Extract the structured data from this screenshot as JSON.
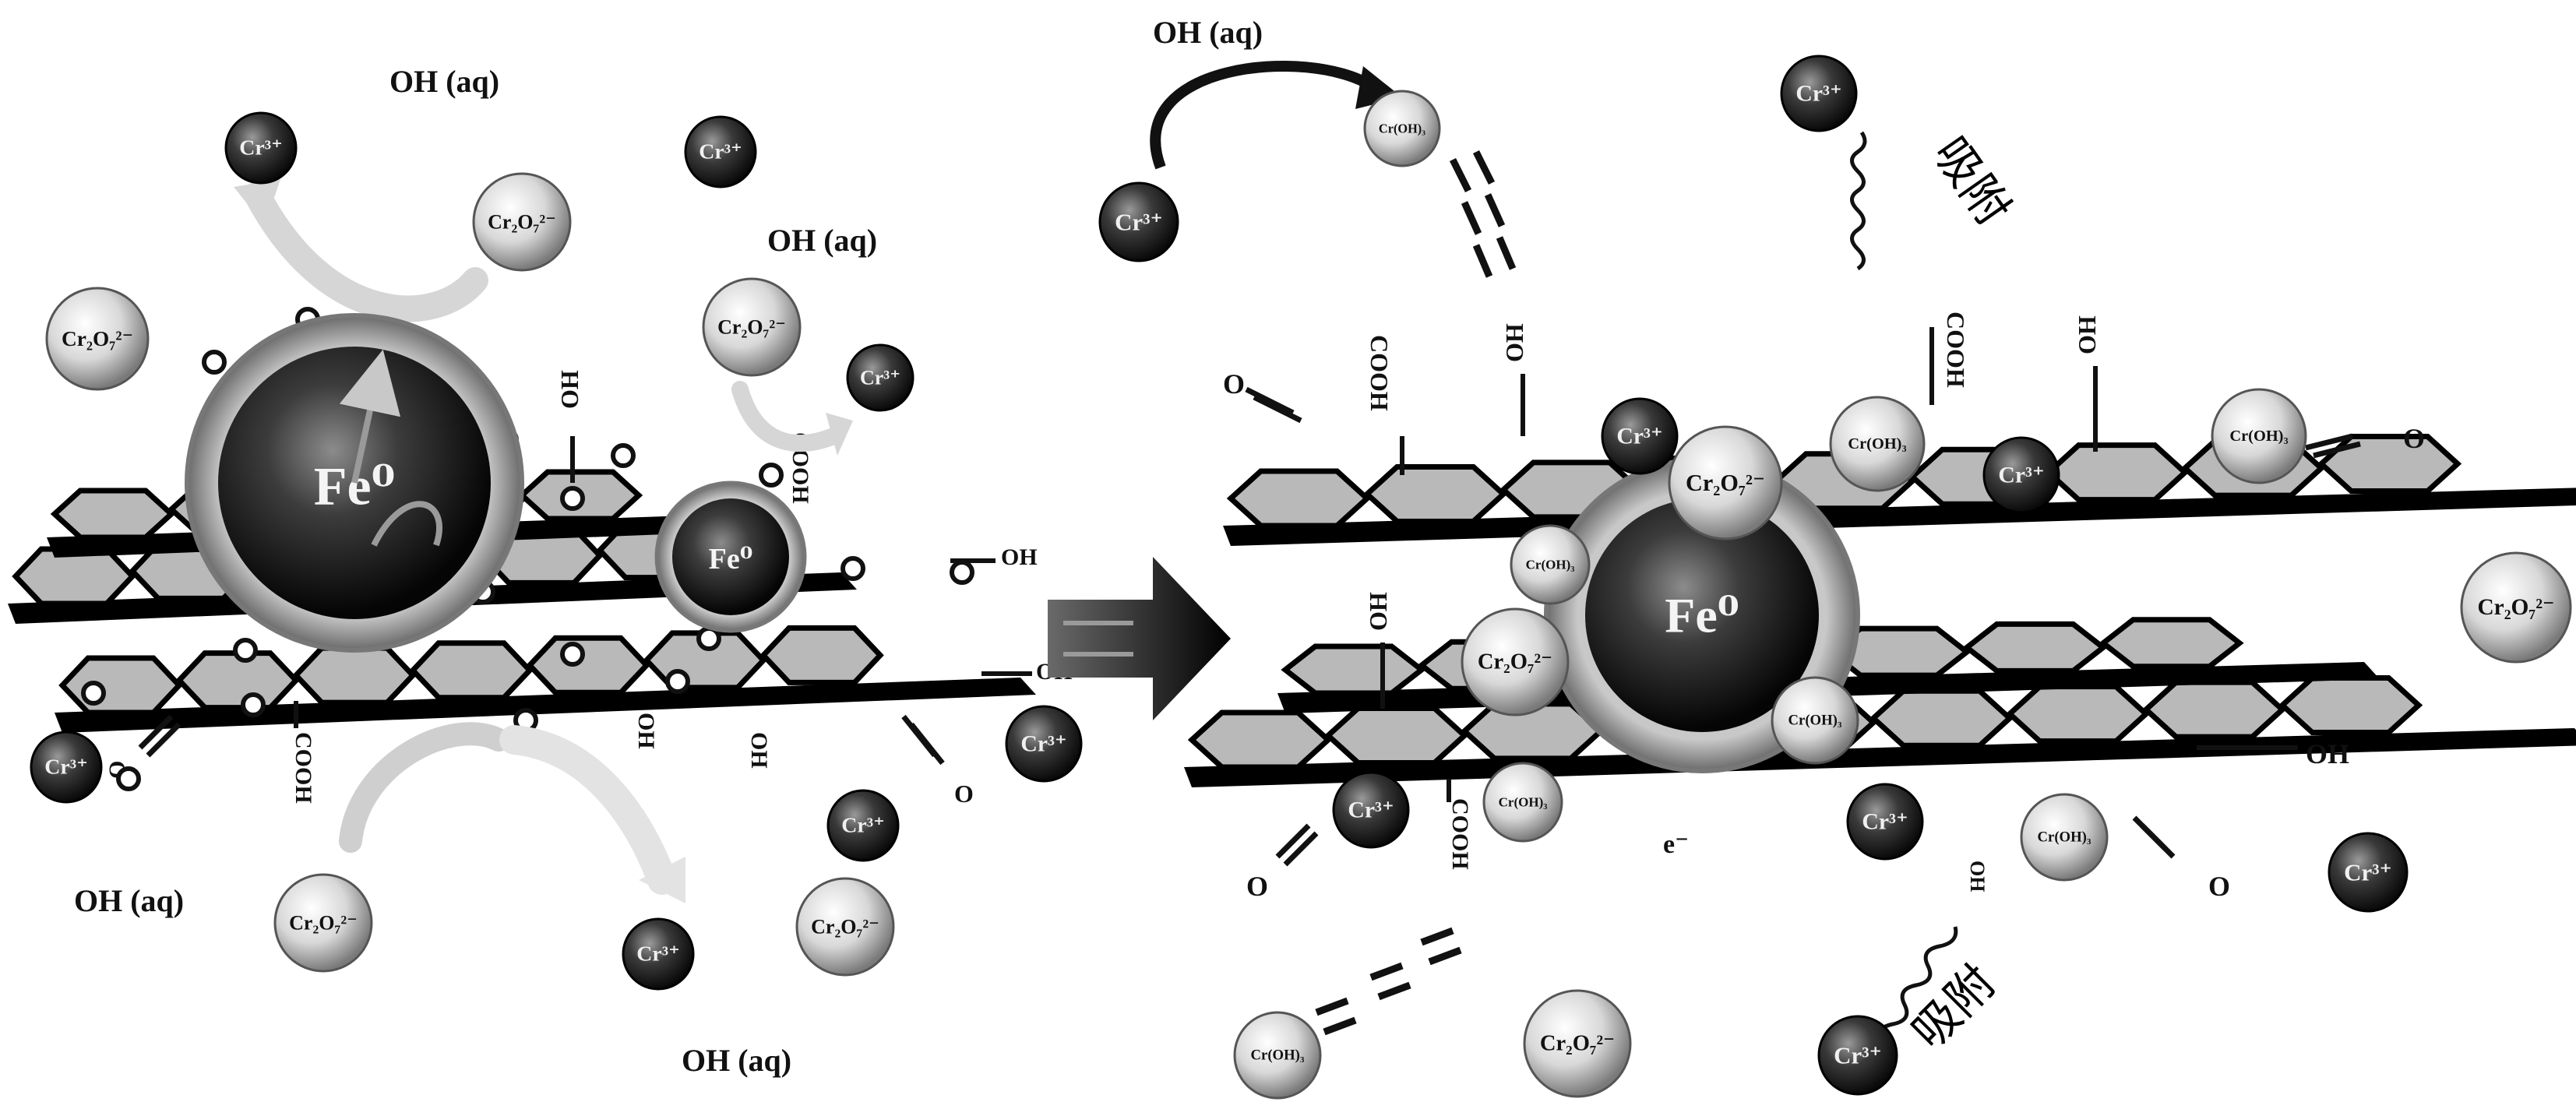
{
  "species": {
    "oh_aq": "OH (aq)",
    "cr3": "Cr³⁺",
    "dichromate": "Cr₂O₇²⁻",
    "croh3": "Cr(OH)₃",
    "fe0": "Fe⁰",
    "electron": "e⁻"
  },
  "groups": {
    "oh": "OH",
    "cooh": "COOH",
    "o": "O"
  },
  "adsorption_label": "吸附",
  "colors": {
    "sheet_face": "#b9b9b9",
    "sheet_edge": "#000000",
    "sphere_light": "#f2f2f2",
    "sphere_dark": "#2c2c2c",
    "arrow_grey": "#dcdcdc"
  }
}
